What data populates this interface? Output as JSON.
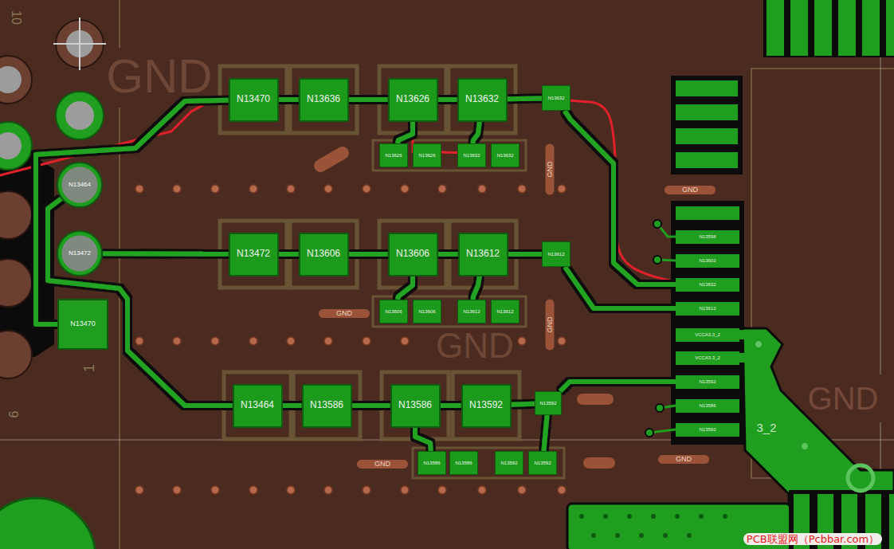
{
  "diagram": {
    "nodes": [
      {
        "text": [
          "N13464"
        ]
      },
      {
        "text": [
          "N13472"
        ]
      },
      {
        "text": [
          "N13470"
        ]
      },
      {
        "text": [
          "N13470"
        ]
      },
      {
        "text": [
          "N13636"
        ]
      },
      {
        "text": [
          "N13626"
        ]
      },
      {
        "text": [
          "N13632"
        ]
      },
      {
        "text": [
          "N13632"
        ]
      },
      {
        "text": [
          "N13626"
        ]
      },
      {
        "text": [
          "N13626"
        ]
      },
      {
        "text": [
          "N13632"
        ]
      },
      {
        "text": [
          "N13632"
        ]
      },
      {
        "text": [
          "N13472"
        ]
      },
      {
        "text": [
          "N13606"
        ]
      },
      {
        "text": [
          "N13606"
        ]
      },
      {
        "text": [
          "N13612"
        ]
      },
      {
        "text": [
          "N13612"
        ]
      },
      {
        "text": [
          "N13606"
        ]
      },
      {
        "text": [
          "N13606"
        ]
      },
      {
        "text": [
          "N13612"
        ]
      },
      {
        "text": [
          "N13612"
        ]
      },
      {
        "text": [
          "N13464"
        ]
      },
      {
        "text": [
          "N13586"
        ]
      },
      {
        "text": [
          "N13586"
        ]
      },
      {
        "text": [
          "N13592"
        ]
      },
      {
        "text": [
          "N13592"
        ]
      },
      {
        "text": [
          "N13586"
        ]
      },
      {
        "text": [
          "N13586"
        ]
      },
      {
        "text": [
          "N13592"
        ]
      },
      {
        "text": [
          "N13592"
        ]
      },
      {
        "text": [
          "N13598"
        ]
      },
      {
        "text": [
          "N13602"
        ]
      },
      {
        "text": [
          "N13632"
        ]
      },
      {
        "text": [
          "N13612"
        ]
      },
      {
        "text": [
          "VCCA3.3_2"
        ]
      },
      {
        "text": [
          "VCCA3.3_2"
        ]
      },
      {
        "text": [
          "N13592"
        ]
      },
      {
        "text": [
          "N13586"
        ]
      },
      {
        "text": [
          "N13592"
        ]
      }
    ],
    "edges": [
      {
        "from": 2,
        "to": 3,
        "arrow": "none"
      },
      {
        "from": 3,
        "to": 4,
        "arrow": "none"
      },
      {
        "from": 4,
        "to": 5,
        "arrow": "none"
      },
      {
        "from": 5,
        "to": 6,
        "arrow": "none"
      },
      {
        "from": 6,
        "to": 7,
        "arrow": "none"
      },
      {
        "from": 5,
        "to": 8,
        "arrow": "none"
      },
      {
        "from": 6,
        "to": 10,
        "arrow": "none"
      },
      {
        "from": 7,
        "to": 32,
        "arrow": "none"
      },
      {
        "from": 1,
        "to": 12,
        "arrow": "none"
      },
      {
        "from": 12,
        "to": 13,
        "arrow": "none"
      },
      {
        "from": 13,
        "to": 14,
        "arrow": "none"
      },
      {
        "from": 14,
        "to": 15,
        "arrow": "none"
      },
      {
        "from": 15,
        "to": 16,
        "arrow": "none"
      },
      {
        "from": 14,
        "to": 17,
        "arrow": "none"
      },
      {
        "from": 15,
        "to": 19,
        "arrow": "none"
      },
      {
        "from": 16,
        "to": 33,
        "arrow": "none"
      },
      {
        "from": 0,
        "to": 21,
        "arrow": "none"
      },
      {
        "from": 21,
        "to": 22,
        "arrow": "none"
      },
      {
        "from": 22,
        "to": 23,
        "arrow": "none"
      },
      {
        "from": 23,
        "to": 24,
        "arrow": "none"
      },
      {
        "from": 24,
        "to": 25,
        "arrow": "none"
      },
      {
        "from": 23,
        "to": 26,
        "arrow": "none"
      },
      {
        "from": 25,
        "to": 29,
        "arrow": "none"
      },
      {
        "from": 25,
        "to": 36,
        "arrow": "none"
      }
    ],
    "labels": [
      "GND",
      "GND",
      "GND",
      "GND",
      "GND",
      "GND",
      "GND",
      "GND",
      "GND",
      "1",
      "10",
      "9",
      "3_2",
      "PCB联盟网（Pcbbar.com）"
    ]
  }
}
